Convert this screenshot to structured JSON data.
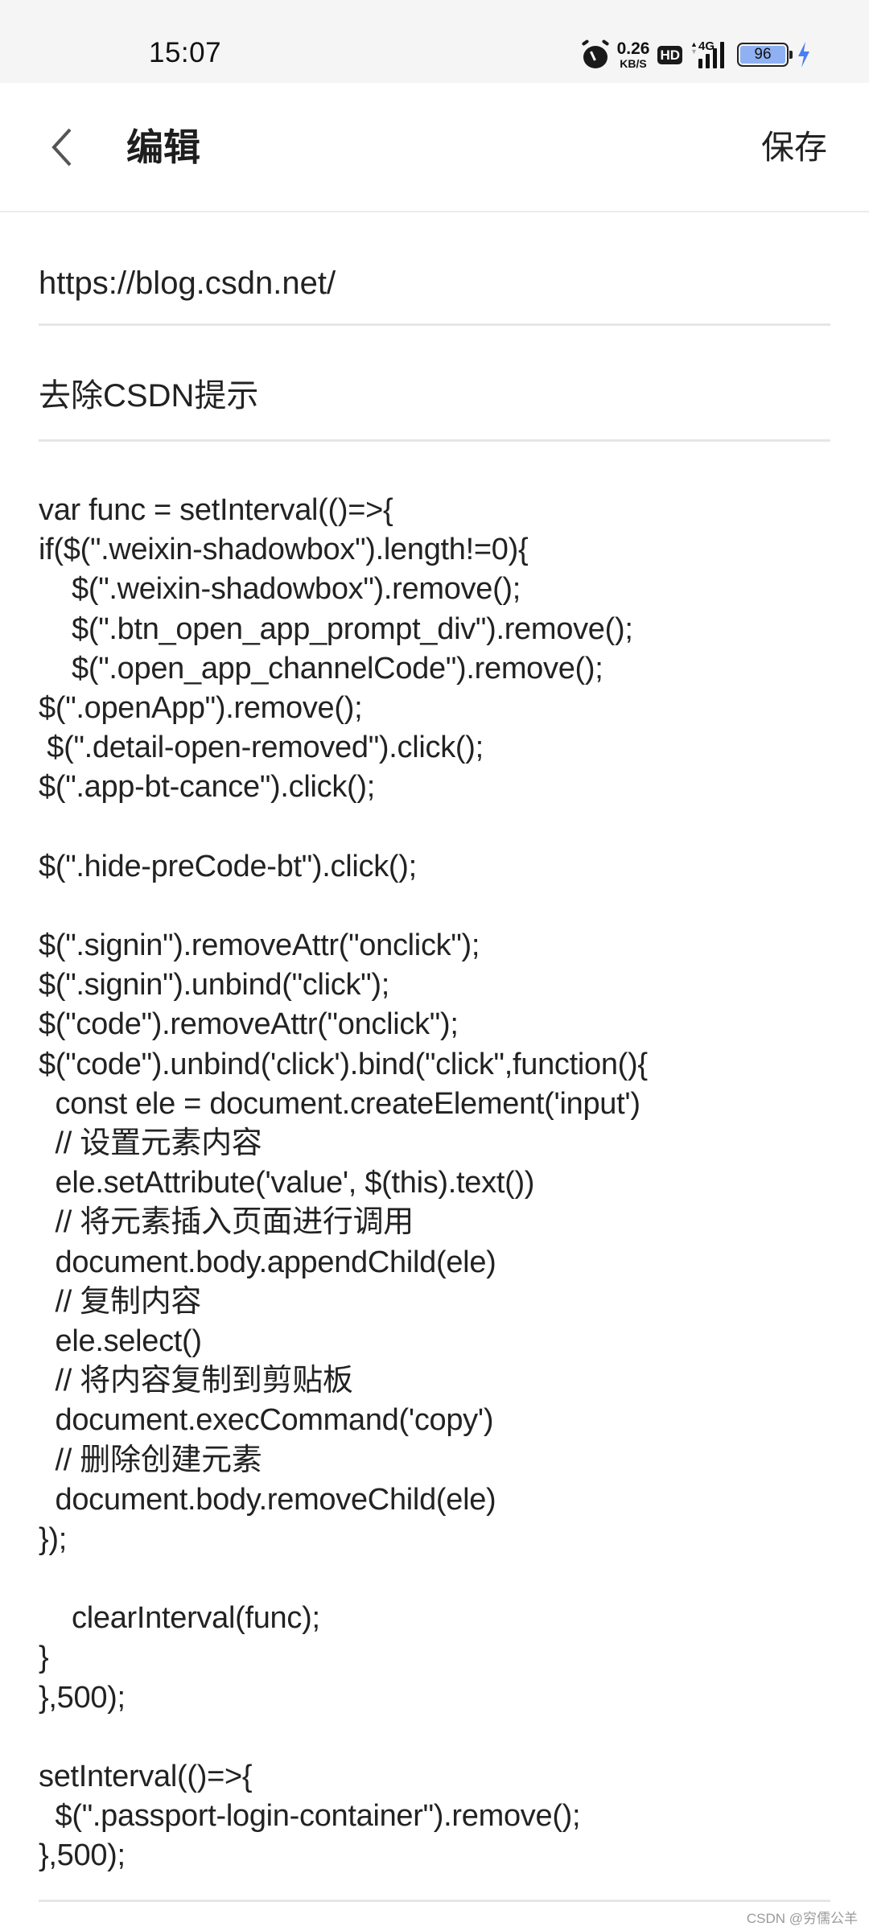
{
  "status_bar": {
    "time": "15:07",
    "net_speed_value": "0.26",
    "net_speed_unit": "KB/S",
    "hd_label": "HD",
    "network_type": "4G",
    "battery_level": "96",
    "icons": [
      "alarm-icon",
      "hd-icon",
      "signal-icon",
      "battery-icon",
      "charging-icon"
    ],
    "battery_fill_color": "#8fb0f2",
    "charging_color": "#4a7ff0"
  },
  "header": {
    "back_icon": "chevron-left-icon",
    "title": "编辑",
    "save_label": "保存"
  },
  "form": {
    "url_value": "https://blog.csdn.net/",
    "name_value": "去除CSDN提示",
    "code_lines": [
      "var func = setInterval(()=>{",
      "if($(\".weixin-shadowbox\").length!=0){",
      "    $(\".weixin-shadowbox\").remove();",
      "    $(\".btn_open_app_prompt_div\").remove();",
      "    $(\".open_app_channelCode\").remove();",
      "$(\".openApp\").remove();",
      " $(\".detail-open-removed\").click();",
      "$(\".app-bt-cance\").click();",
      "",
      "$(\".hide-preCode-bt\").click();",
      "",
      "$(\".signin\").removeAttr(\"onclick\");",
      "$(\".signin\").unbind(\"click\");",
      "$(\"code\").removeAttr(\"onclick\");",
      "$(\"code\").unbind('click').bind(\"click\",function(){",
      "  const ele = document.createElement('input')",
      "  // 设置元素内容",
      "  ele.setAttribute('value', $(this).text())",
      "  // 将元素插入页面进行调用",
      "  document.body.appendChild(ele)",
      "  // 复制内容",
      "  ele.select()",
      "  // 将内容复制到剪贴板",
      "  document.execCommand('copy')",
      "  // 删除创建元素",
      "  document.body.removeChild(ele)",
      "});",
      "",
      "    clearInterval(func);",
      "}",
      "},500);",
      "",
      "setInterval(()=>{",
      "  $(\".passport-login-container\").remove();",
      "},500);"
    ]
  },
  "watermark": "CSDN @穷儒公羊"
}
